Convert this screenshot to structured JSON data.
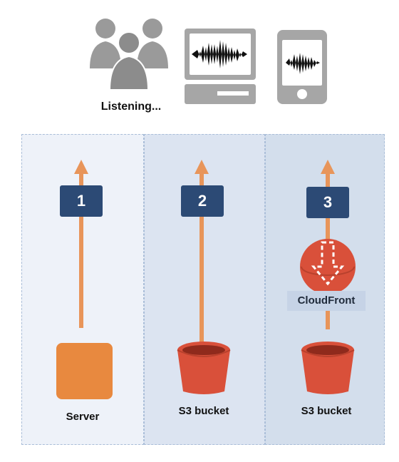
{
  "header": {
    "listening_label": "Listening..."
  },
  "columns": [
    {
      "step": "1",
      "label": "Server"
    },
    {
      "step": "2",
      "label": "S3 bucket"
    },
    {
      "step": "3",
      "label": "S3 bucket"
    }
  ],
  "cloudfront": {
    "label": "CloudFront"
  },
  "colors": {
    "panel_1": "#eef2f9",
    "panel_2": "#dce4f1",
    "panel_3": "#d3deec",
    "badge": "#2c4a75",
    "arrow": "#e8955a",
    "server": "#e8893f",
    "bucket": "#d9503a",
    "cloudfront": "#d9503a",
    "icon_gray": "#9a9a9a"
  }
}
